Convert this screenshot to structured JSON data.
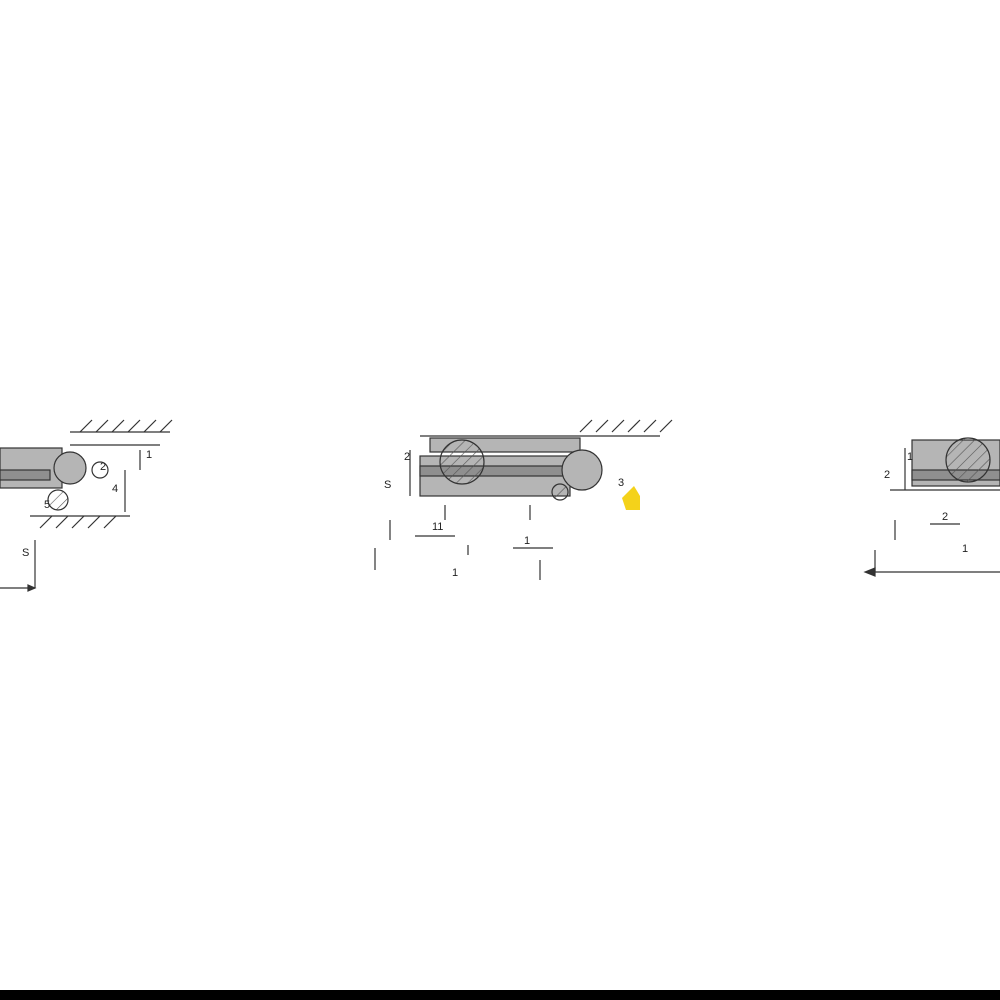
{
  "colors": {
    "background": "#ffffff",
    "line": "#333333",
    "fill": "#b5b5b5",
    "fill_dark": "#8f8f8f",
    "accent": "#f4d21a",
    "bottom_bar": "#000000"
  },
  "views": {
    "left": {
      "labels": [
        "1",
        "2",
        "4",
        "5",
        "S"
      ]
    },
    "center": {
      "labels": [
        "2",
        "11",
        "1",
        "1",
        "3",
        "S"
      ]
    },
    "right": {
      "labels": [
        "2",
        "1",
        "2",
        "1"
      ]
    }
  }
}
